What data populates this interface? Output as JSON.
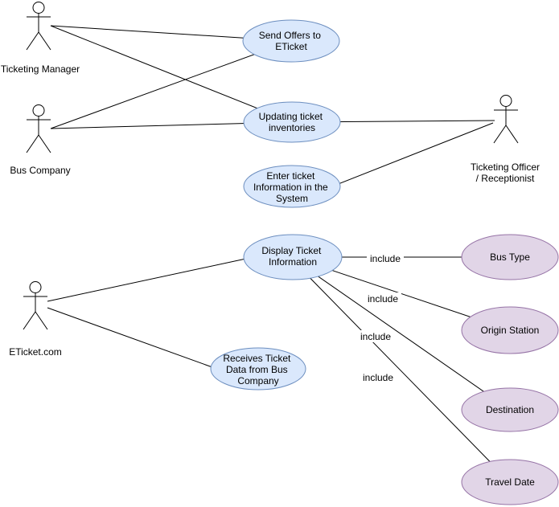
{
  "diagram_type": "uml-use-case",
  "colors": {
    "background": "#ffffff",
    "text": "#000000",
    "line": "#000000",
    "usecase_fill": "#dae8fc",
    "usecase_stroke": "#6c8ebf",
    "include_fill": "#e1d5e7",
    "include_stroke": "#9673a6"
  },
  "actors": {
    "ticketing_manager": {
      "label": "Ticketing Manager"
    },
    "bus_company": {
      "label": "Bus Company"
    },
    "ticketing_officer": {
      "label_lines": [
        "Ticketing Officer",
        "/ Receptionist"
      ]
    },
    "eticket_com": {
      "label": "ETicket.com"
    }
  },
  "usecases": {
    "send_offers": {
      "lines": [
        "Send Offers to",
        "ETicket"
      ],
      "style": "blue"
    },
    "updating_inventories": {
      "lines": [
        "Updating ticket",
        "inventories"
      ],
      "style": "blue"
    },
    "enter_ticket_info": {
      "lines": [
        "Enter ticket",
        "Information in the",
        "System"
      ],
      "style": "blue"
    },
    "display_ticket_info": {
      "lines": [
        "Display Ticket",
        "Information"
      ],
      "style": "blue"
    },
    "receives_ticket_data": {
      "lines": [
        "Receives Ticket",
        "Data from Bus",
        "Company"
      ],
      "style": "blue"
    },
    "bus_type": {
      "lines": [
        "Bus Type"
      ],
      "style": "purple"
    },
    "origin_station": {
      "lines": [
        "Origin Station"
      ],
      "style": "purple"
    },
    "destination": {
      "lines": [
        "Destination"
      ],
      "style": "purple"
    },
    "travel_date": {
      "lines": [
        "Travel Date"
      ],
      "style": "purple"
    }
  },
  "edge_labels": {
    "include": "include"
  },
  "relationships": [
    {
      "from": "Ticketing Manager",
      "to": "Send Offers to ETicket"
    },
    {
      "from": "Ticketing Manager",
      "to": "Updating ticket inventories"
    },
    {
      "from": "Bus Company",
      "to": "Send Offers to ETicket"
    },
    {
      "from": "Bus Company",
      "to": "Updating ticket inventories"
    },
    {
      "from": "Updating ticket inventories",
      "to": "Ticketing Officer / Receptionist"
    },
    {
      "from": "Enter ticket Information in the System",
      "to": "Ticketing Officer / Receptionist"
    },
    {
      "from": "ETicket.com",
      "to": "Display Ticket Information"
    },
    {
      "from": "ETicket.com",
      "to": "Receives Ticket Data from Bus Company"
    },
    {
      "from": "Display Ticket Information",
      "to": "Bus Type",
      "label": "include"
    },
    {
      "from": "Display Ticket Information",
      "to": "Origin Station",
      "label": "include"
    },
    {
      "from": "Display Ticket Information",
      "to": "Destination",
      "label": "include"
    },
    {
      "from": "Display Ticket Information",
      "to": "Travel Date",
      "label": "include"
    }
  ]
}
